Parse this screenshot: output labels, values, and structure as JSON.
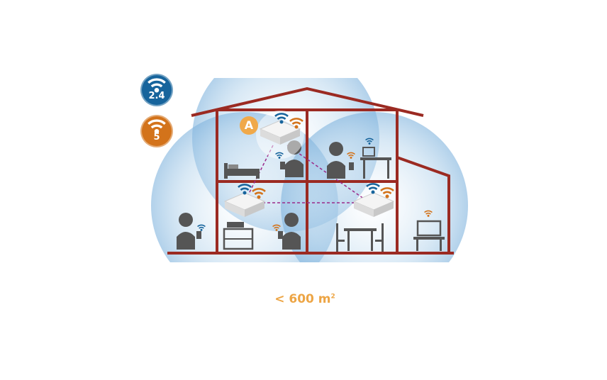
{
  "legend": [
    {
      "band": "2.4",
      "color": "#17649c",
      "icon": "wifi-icon"
    },
    {
      "band": "5",
      "color": "#d3731b",
      "icon": "wifi-icon"
    }
  ],
  "main_router_label": "A",
  "coverage_area": {
    "prefix": "< 600 m",
    "superscript": "2"
  },
  "colors": {
    "wall": "#9b2a22",
    "coverage": "#8fbfe3",
    "mesh_link": "#9b2a8a",
    "figure": "#555555"
  }
}
